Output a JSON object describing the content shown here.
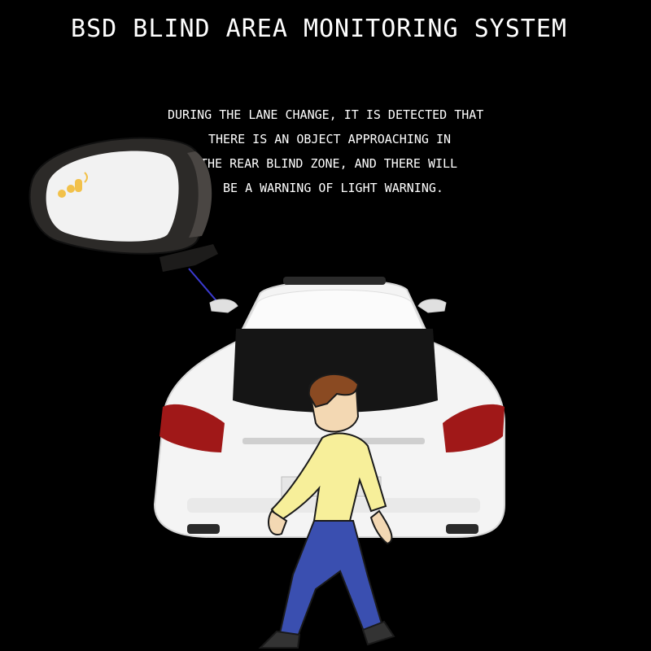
{
  "title": "BSD BLIND AREA MONITORING SYSTEM",
  "description": {
    "lines": [
      "DURING THE LANE CHANGE, IT IS DETECTED THAT",
      "THERE IS AN OBJECT APPROACHING IN",
      "THE REAR BLIND ZONE, AND THERE WILL",
      "BE A WARNING OF LIGHT WARNING."
    ]
  },
  "illustration": {
    "mirror_icon": "blind-spot-warning-icon",
    "warning_color": "#f2c14a",
    "car_color": "#f4f4f4",
    "person_shirt_color": "#f7ef9a",
    "person_pants_color": "#3a4fb0"
  }
}
